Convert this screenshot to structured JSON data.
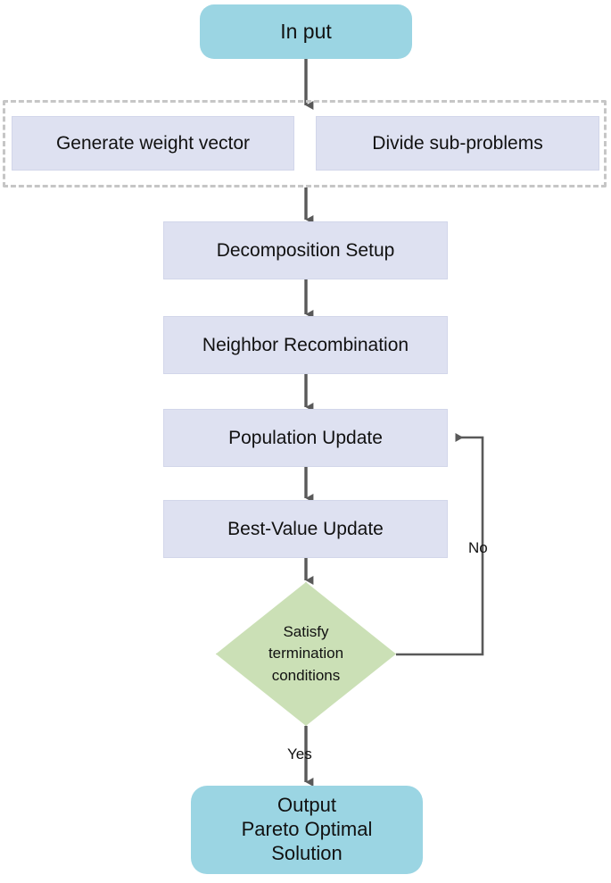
{
  "diagram": {
    "title": "MOEA/D Pareto Optimization Flowchart",
    "type": "flowchart",
    "orientation": "top-to-bottom",
    "colors": {
      "terminator_fill": "#9BD5E3",
      "process_fill": "#DEE1F1",
      "process_stroke": "#D2D6EA",
      "decision_fill": "#CBE0B6",
      "decision_stroke": "#BBD2A4",
      "connector_stroke": "#595959",
      "group_dashed_stroke": "#C6C6C6",
      "text": "#111111",
      "background": "#FFFFFF"
    },
    "nodes": {
      "input": {
        "label": "In put",
        "shape": "terminator"
      },
      "generate_weight_vector": {
        "label": "Generate weight vector",
        "shape": "process"
      },
      "divide_subproblems": {
        "label": "Divide sub-problems",
        "shape": "process"
      },
      "decomposition_setup": {
        "label": "Decomposition Setup",
        "shape": "process"
      },
      "neighbor_recombination": {
        "label": "Neighbor Recombination",
        "shape": "process"
      },
      "population_update": {
        "label": "Population Update",
        "shape": "process"
      },
      "best_value_update": {
        "label": "Best-Value Update",
        "shape": "process"
      },
      "decision": {
        "label": "Satisfy\ntermination\nconditions",
        "shape": "diamond"
      },
      "output": {
        "label": "Output\nPareto Optimal\nSolution",
        "shape": "terminator"
      }
    },
    "edges": {
      "no_label": "No",
      "yes_label": "Yes"
    },
    "group": {
      "name": "initialization-group",
      "style": "dashed"
    }
  }
}
